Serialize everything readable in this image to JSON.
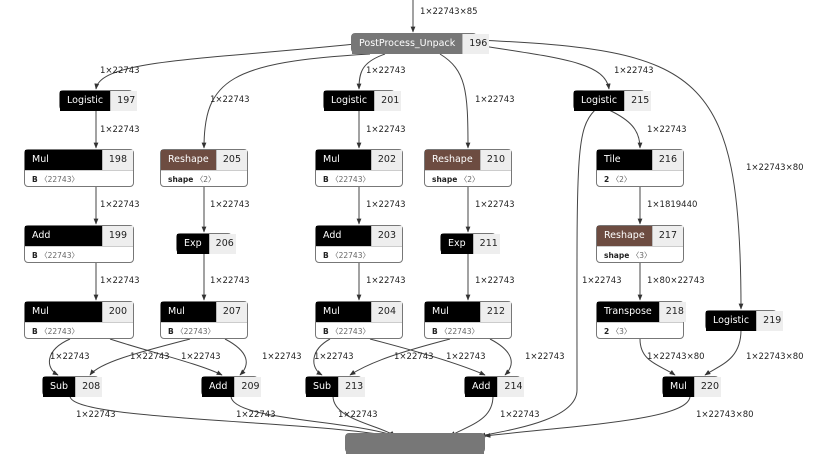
{
  "graph": {
    "nodes": [
      {
        "key": "n196",
        "op": "PostProcess_Unpack",
        "id": "196",
        "kind": "gray",
        "attr": null
      },
      {
        "key": "n197",
        "op": "Logistic",
        "id": "197",
        "kind": "black",
        "attr": null
      },
      {
        "key": "n198",
        "op": "Mul",
        "id": "198",
        "kind": "black",
        "attr": {
          "name": "B",
          "value": "〈22743〉"
        }
      },
      {
        "key": "n199",
        "op": "Add",
        "id": "199",
        "kind": "black",
        "attr": {
          "name": "B",
          "value": "〈22743〉"
        }
      },
      {
        "key": "n200",
        "op": "Mul",
        "id": "200",
        "kind": "black",
        "attr": {
          "name": "B",
          "value": "〈22743〉"
        }
      },
      {
        "key": "n205",
        "op": "Reshape",
        "id": "205",
        "kind": "brown",
        "attr": {
          "name": "shape",
          "value": "〈2〉"
        }
      },
      {
        "key": "n206",
        "op": "Exp",
        "id": "206",
        "kind": "black",
        "attr": null
      },
      {
        "key": "n207",
        "op": "Mul",
        "id": "207",
        "kind": "black",
        "attr": {
          "name": "B",
          "value": "〈22743〉"
        }
      },
      {
        "key": "n208",
        "op": "Sub",
        "id": "208",
        "kind": "black",
        "attr": null
      },
      {
        "key": "n209",
        "op": "Add",
        "id": "209",
        "kind": "black",
        "attr": null
      },
      {
        "key": "n201",
        "op": "Logistic",
        "id": "201",
        "kind": "black",
        "attr": null
      },
      {
        "key": "n202",
        "op": "Mul",
        "id": "202",
        "kind": "black",
        "attr": {
          "name": "B",
          "value": "〈22743〉"
        }
      },
      {
        "key": "n203",
        "op": "Add",
        "id": "203",
        "kind": "black",
        "attr": {
          "name": "B",
          "value": "〈22743〉"
        }
      },
      {
        "key": "n204",
        "op": "Mul",
        "id": "204",
        "kind": "black",
        "attr": {
          "name": "B",
          "value": "〈22743〉"
        }
      },
      {
        "key": "n210",
        "op": "Reshape",
        "id": "210",
        "kind": "brown",
        "attr": {
          "name": "shape",
          "value": "〈2〉"
        }
      },
      {
        "key": "n211",
        "op": "Exp",
        "id": "211",
        "kind": "black",
        "attr": null
      },
      {
        "key": "n212",
        "op": "Mul",
        "id": "212",
        "kind": "black",
        "attr": {
          "name": "B",
          "value": "〈22743〉"
        }
      },
      {
        "key": "n213",
        "op": "Sub",
        "id": "213",
        "kind": "black",
        "attr": null
      },
      {
        "key": "n214",
        "op": "Add",
        "id": "214",
        "kind": "black",
        "attr": null
      },
      {
        "key": "n215",
        "op": "Logistic",
        "id": "215",
        "kind": "black",
        "attr": null
      },
      {
        "key": "n216",
        "op": "Tile",
        "id": "216",
        "kind": "black",
        "attr": {
          "name": "2",
          "value": "〈2〉"
        }
      },
      {
        "key": "n217",
        "op": "Reshape",
        "id": "217",
        "kind": "brown",
        "attr": {
          "name": "shape",
          "value": "〈3〉"
        }
      },
      {
        "key": "n218",
        "op": "Transpose",
        "id": "218",
        "kind": "black",
        "attr": {
          "name": "2",
          "value": "〈3〉"
        }
      },
      {
        "key": "n219",
        "op": "Logistic",
        "id": "219",
        "kind": "black",
        "attr": null
      },
      {
        "key": "n220",
        "op": "Mul",
        "id": "220",
        "kind": "black",
        "attr": null
      },
      {
        "key": "nOut",
        "op": "",
        "id": "",
        "kind": "gray",
        "attr": null
      }
    ],
    "edge_labels": {
      "input": "1×22743×85",
      "e196_197": "1×22743",
      "e196_205": "1×22743",
      "e196_201": "1×22743",
      "e196_210": "1×22743",
      "e196_215": "1×22743",
      "e196_219": "1×22743×80",
      "e197_198": "1×22743",
      "e198_199": "1×22743",
      "e199_200": "1×22743",
      "e205_206": "1×22743",
      "e206_207": "1×22743",
      "e200_208": "1×22743",
      "e207_208": "1×22743",
      "e200_209": "1×22743",
      "e207_209": "1×22743",
      "e208_out": "1×22743",
      "e209_out": "1×22743",
      "e201_202": "1×22743",
      "e202_203": "1×22743",
      "e203_204": "1×22743",
      "e210_211": "1×22743",
      "e211_212": "1×22743",
      "e204_213": "1×22743",
      "e212_213": "1×22743",
      "e204_214": "1×22743",
      "e212_214": "1×22743",
      "e213_out": "1×22743",
      "e214_out": "1×22743",
      "e215_216": "1×22743",
      "e216_217": "1×1819440",
      "e217_218": "1×80×22743",
      "e215_out": "1×22743",
      "e218_220": "1×22743×80",
      "e219_220": "1×22743×80",
      "e220_out": "1×22743×80"
    }
  }
}
